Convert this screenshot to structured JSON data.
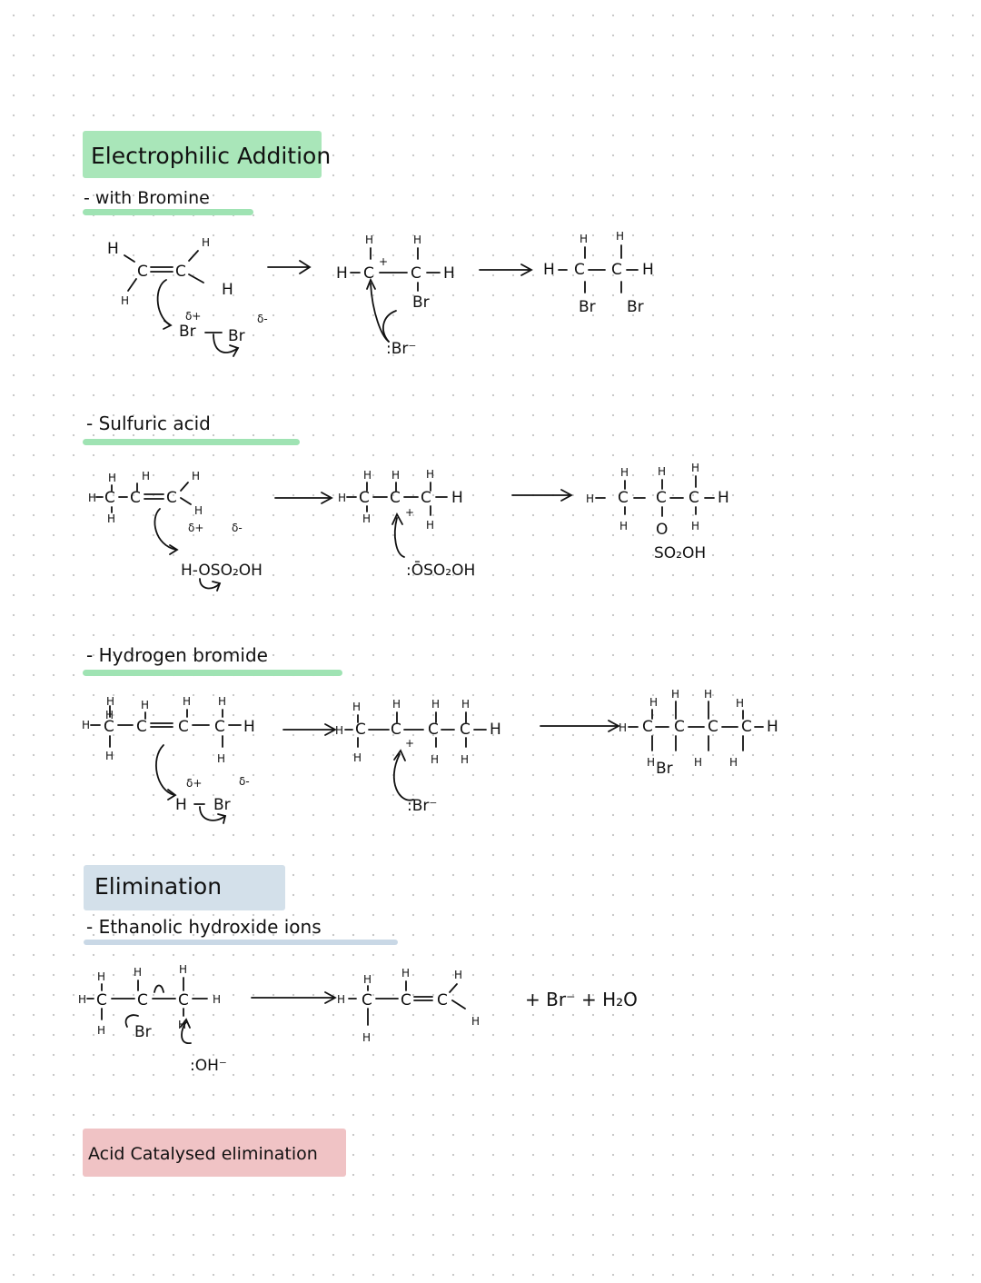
{
  "colors": {
    "green": "#a9e6b9",
    "green_line": "#9fe3b3",
    "blue": "#d3e0ea",
    "blue_line": "#c9d8e6",
    "pink": "#f0c3c5"
  },
  "sections": {
    "electrophilic": {
      "title": "Electrophilic Addition",
      "bromine": "- with Bromine",
      "sulfuric": "- Sulfuric acid",
      "hbr": "- Hydrogen bromide"
    },
    "elimination": {
      "title": "Elimination",
      "ethanolic": "- Ethanolic hydroxide ions"
    },
    "acid_elim": {
      "title": "Acid Catalysed elimination"
    }
  },
  "chem": {
    "br_minus": ":Br⁻",
    "oso2oh": ":ŌSO₂OH",
    "so2oh": "SO₂OH",
    "hoso2oh": "H-OSO₂OH",
    "oh_minus": ":OH⁻",
    "products_tail": "+ Br⁻ + H₂O"
  }
}
